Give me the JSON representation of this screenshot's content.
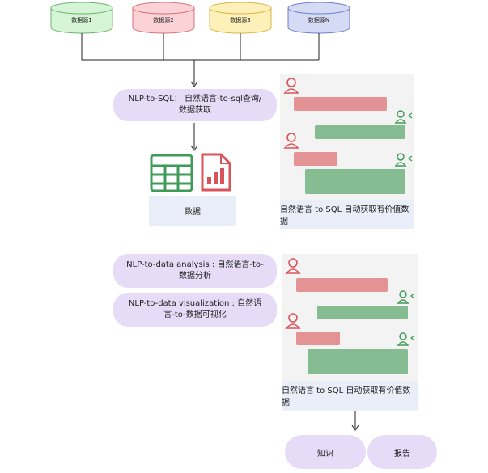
{
  "databases": [
    {
      "label": "数据源1",
      "fill": "#d6f5d6",
      "stroke": "#6fb36f"
    },
    {
      "label": "数据源2",
      "fill": "#fbd3d6",
      "stroke": "#d9727a"
    },
    {
      "label": "数据源3",
      "fill": "#fdf0b8",
      "stroke": "#d8b64b"
    },
    {
      "label": "数据源N",
      "fill": "#d5dbf5",
      "stroke": "#6f7fc9"
    }
  ],
  "nlp_sql": {
    "line1": "NLP-to-SQL：   自然语言-to-sql查询/",
    "line2": "数据获取"
  },
  "data_label": "数据",
  "chat_caption_top": "自然语言 to SQL 自动获取有价值数据",
  "nlp_analysis": {
    "line1": "NLP-to-data analysis : 自然语言-to-",
    "line2": "数据分析"
  },
  "nlp_visual": {
    "line1": "NLP-to-data visualization : 自然语",
    "line2": "言-to-数据可视化"
  },
  "chat_caption_bottom": "自然语言 to SQL 自动获取有价值数据",
  "outputs": {
    "knowledge": "知识",
    "report": "报告"
  },
  "colors": {
    "pill": "#e6dcf8",
    "red_bar": "#e39393",
    "green_bar": "#86bc92",
    "table_green": "#3f9b57",
    "chart_red": "#d9545a"
  }
}
